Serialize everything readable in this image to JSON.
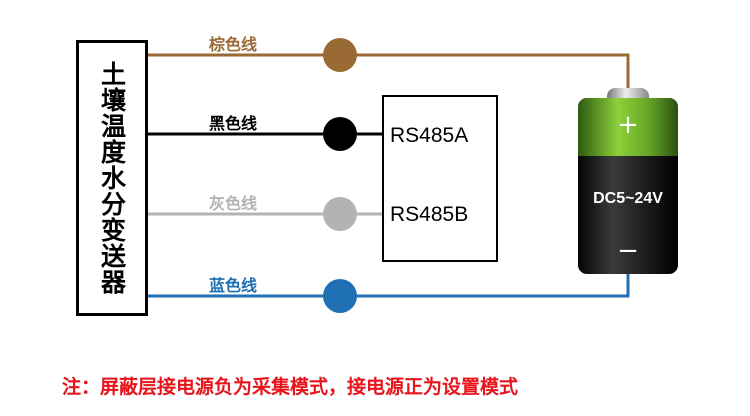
{
  "sensor": {
    "label": "土壤温度水分变送器"
  },
  "wires": [
    {
      "id": "brown",
      "label": "棕色线",
      "color": "#9a6a34"
    },
    {
      "id": "black",
      "label": "黑色线",
      "color": "#000000"
    },
    {
      "id": "gray",
      "label": "灰色线",
      "color": "#b3b3b3"
    },
    {
      "id": "blue",
      "label": "蓝色线",
      "color": "#1f6fb5"
    }
  ],
  "rs485": {
    "a_label": "RS485A",
    "b_label": "RS485B"
  },
  "battery": {
    "positive": "+",
    "voltage": "DC5~24V",
    "negative": "−"
  },
  "note": "注：屏蔽层接电源负为采集模式，接电源正为设置模式"
}
